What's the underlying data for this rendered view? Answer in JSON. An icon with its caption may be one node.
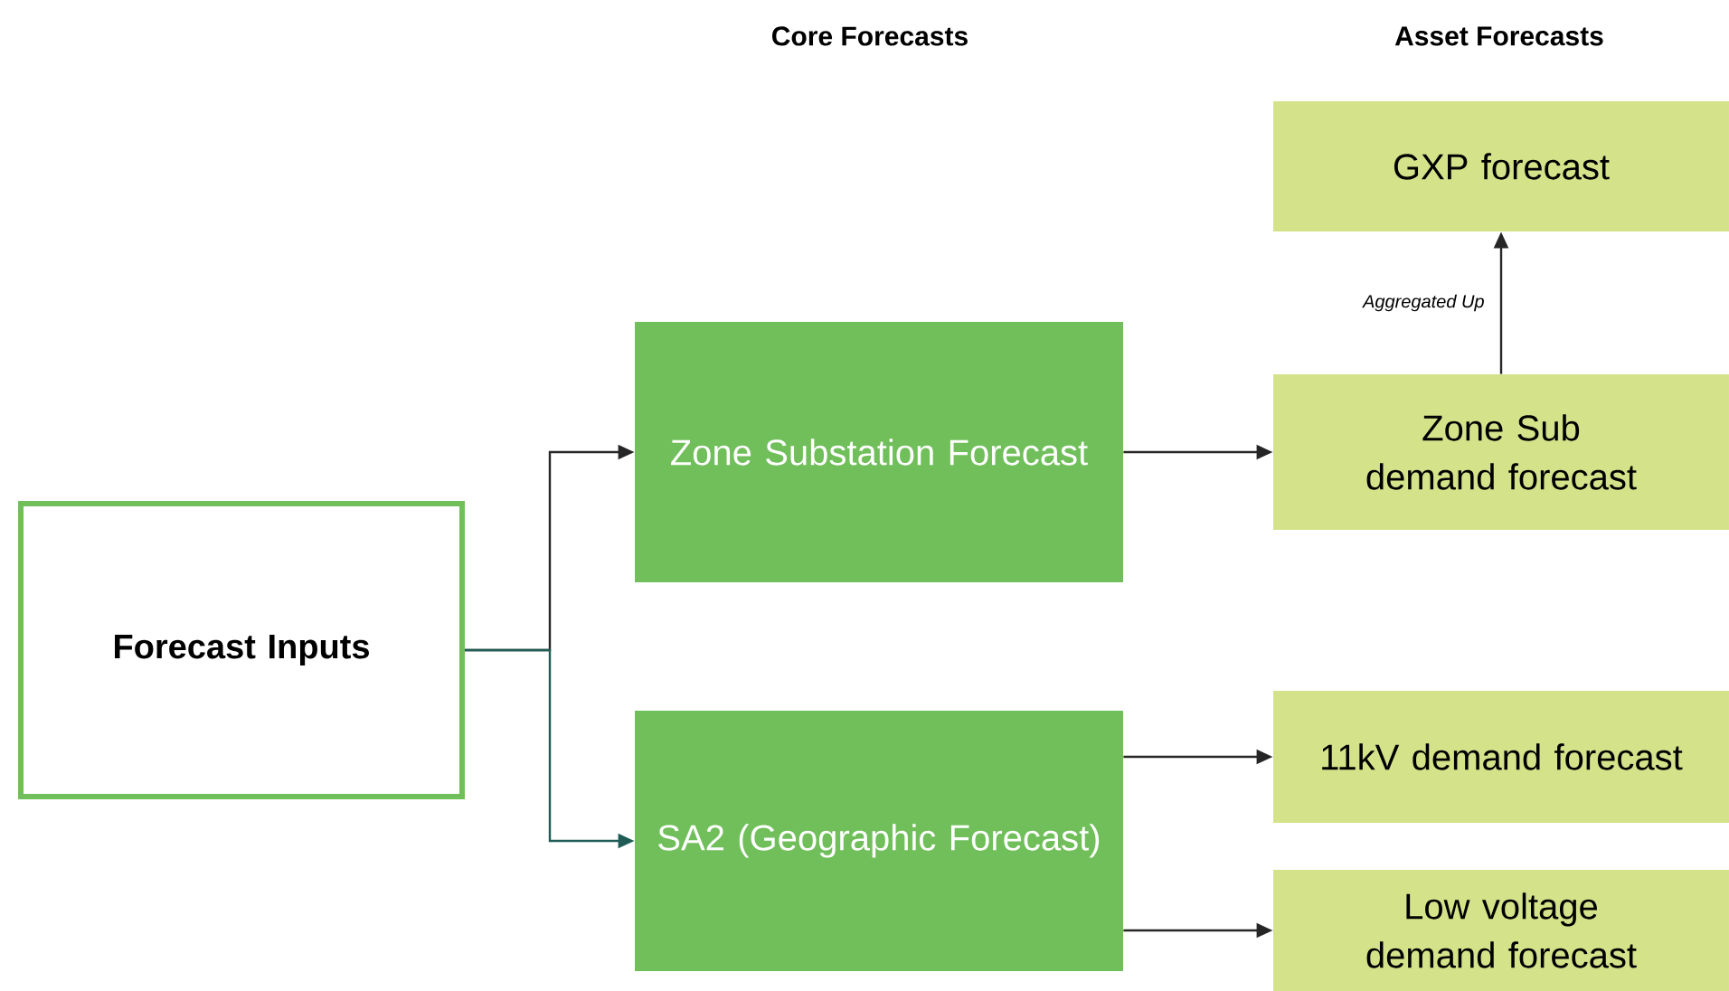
{
  "diagram": {
    "nodes": [
      {
        "text": [
          "Forecast Inputs"
        ]
      },
      {
        "text": [
          "Zone Substation Forecast"
        ]
      },
      {
        "text": [
          "SA2 (Geographic Forecast)"
        ]
      },
      {
        "text": [
          "GXP forecast"
        ]
      },
      {
        "text": [
          "Zone Sub demand forecast"
        ]
      },
      {
        "text": [
          "11kV demand forecast"
        ]
      },
      {
        "text": [
          "Low voltage demand forecast"
        ]
      }
    ],
    "edges": [
      {
        "from": 0,
        "to": 1,
        "arrow": "to"
      },
      {
        "from": 0,
        "to": 2,
        "arrow": "to",
        "color": "#1e5c55"
      },
      {
        "from": 1,
        "to": 4,
        "arrow": "to"
      },
      {
        "from": 4,
        "to": 3,
        "arrow": "to",
        "label": "Aggregated Up"
      },
      {
        "from": 2,
        "to": 5,
        "arrow": "to"
      },
      {
        "from": 2,
        "to": 6,
        "arrow": "to"
      }
    ],
    "labels": [
      "Core Forecasts",
      "Asset Forecasts"
    ]
  }
}
